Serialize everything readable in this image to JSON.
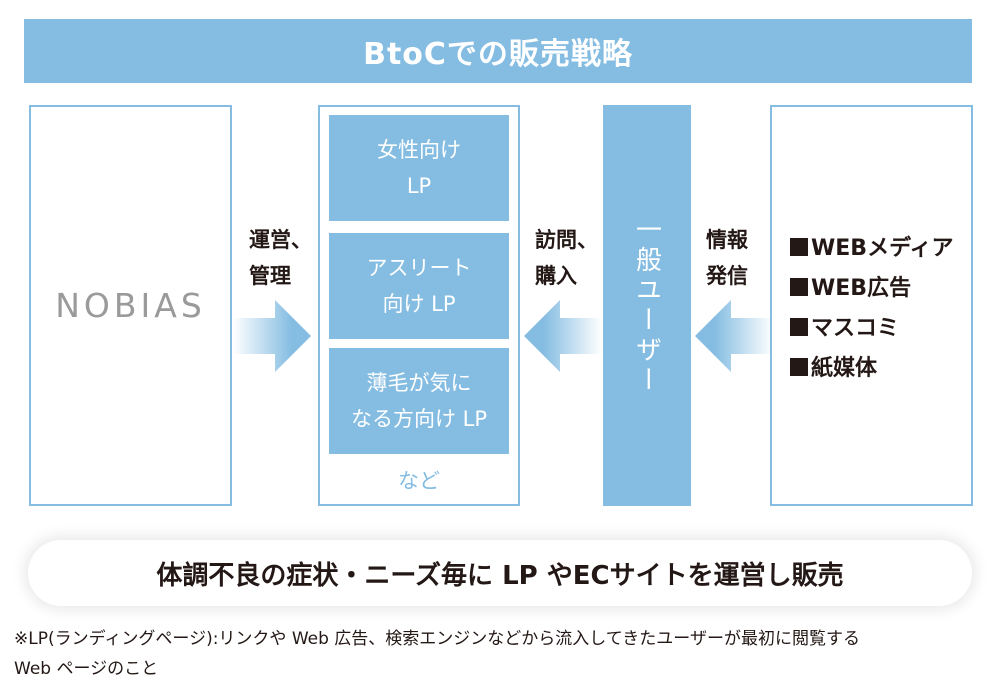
{
  "title": "BtoCでの販売戦略",
  "colors": {
    "accent": "#85bde2",
    "text": "#231815",
    "logo": "#9a9a9a",
    "background": "#ffffff"
  },
  "company": {
    "logo_text": "NOBIAS"
  },
  "edges": {
    "manage": {
      "lines": [
        "運営、",
        "管理"
      ],
      "direction": "right",
      "icon": "arrow-right-icon"
    },
    "visit": {
      "lines": [
        "訪問、",
        "購入"
      ],
      "direction": "left",
      "icon": "arrow-left-icon"
    },
    "info": {
      "lines": [
        "情報",
        "発信"
      ],
      "direction": "left",
      "icon": "arrow-left-icon"
    }
  },
  "landing_pages": {
    "items": [
      {
        "lines": [
          "女性向け",
          "LP"
        ]
      },
      {
        "lines": [
          "アスリート",
          "向け LP"
        ]
      },
      {
        "lines": [
          "薄毛が気に",
          "なる方向け LP"
        ]
      }
    ],
    "etc_label": "など"
  },
  "user": {
    "label": "一般ユーザー"
  },
  "media": {
    "bullet_icon": "square-bullet-icon",
    "items": [
      "WEBメディア",
      "WEB広告",
      "マスコミ",
      "紙媒体"
    ]
  },
  "summary": "体調不良の症状・ニーズ毎に LP やECサイトを運営し販売",
  "footnote": {
    "lines": [
      "※LP(ランディングページ):リンクや Web 広告、検索エンジンなどから流入してきたユーザーが最初に閲覧する",
      "Web ページのこと"
    ]
  }
}
